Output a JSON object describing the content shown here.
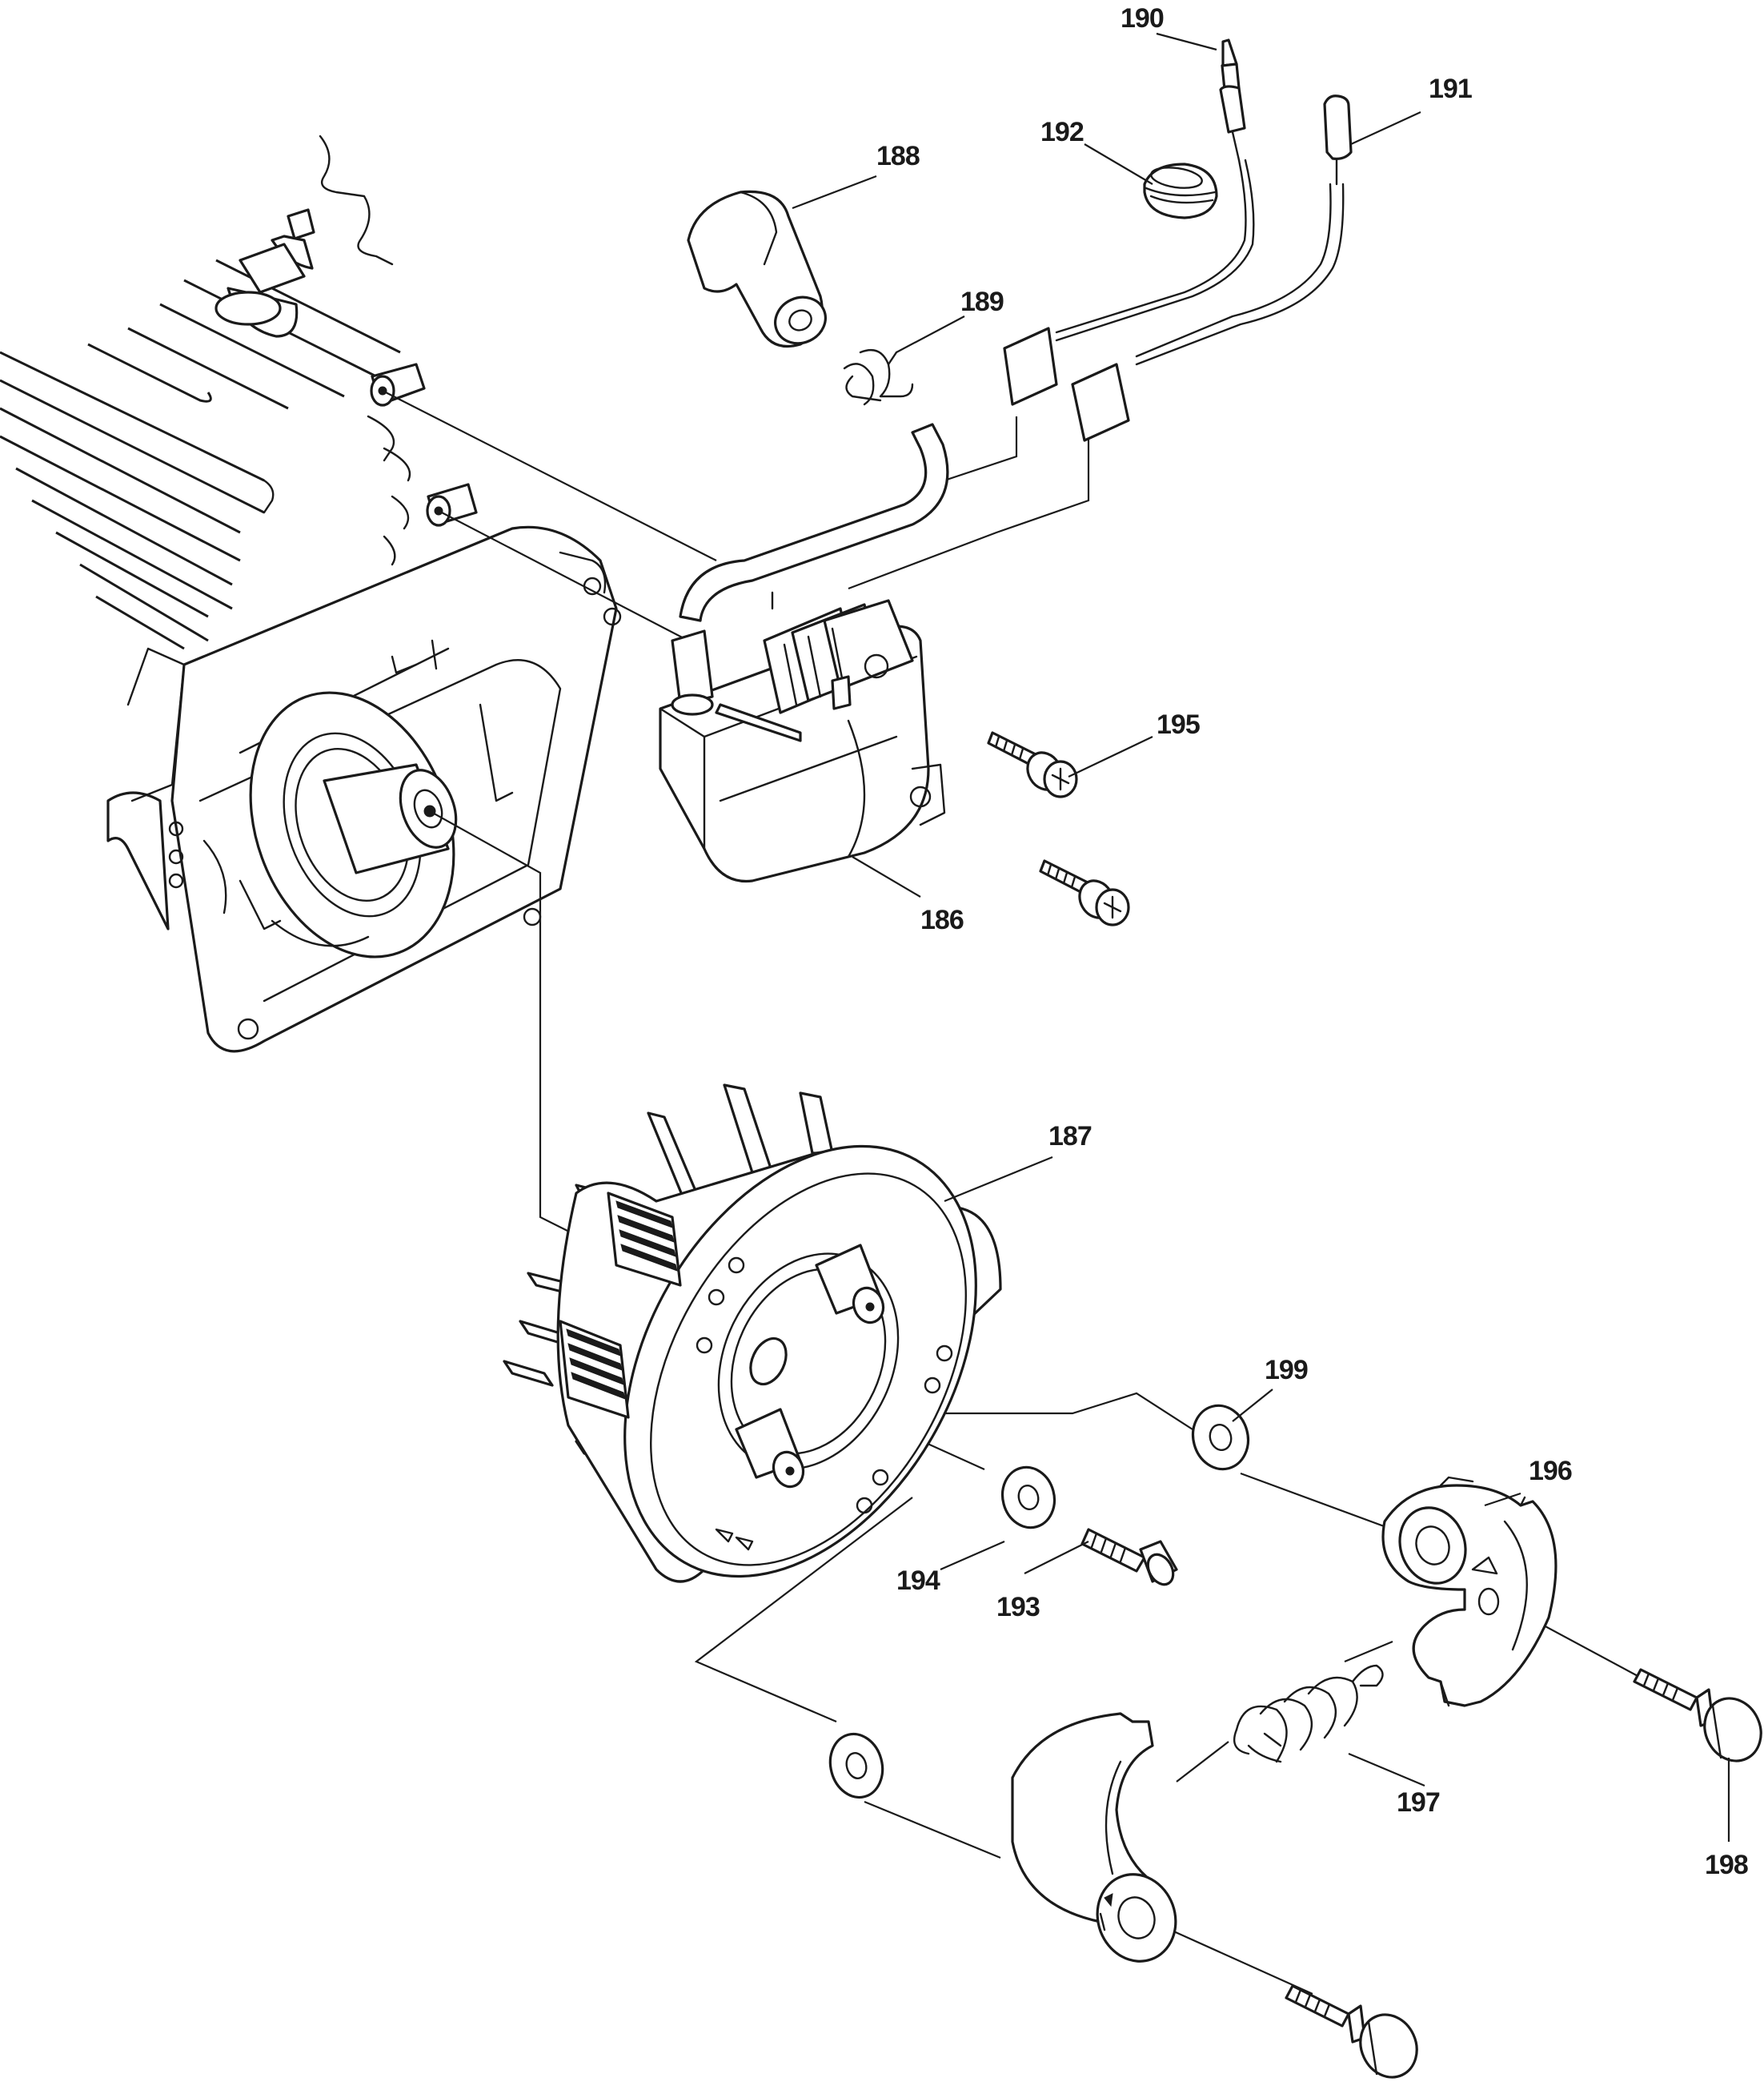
{
  "labels": {
    "p186": "186",
    "p187": "187",
    "p188": "188",
    "p189": "189",
    "p190": "190",
    "p191": "191",
    "p192": "192",
    "p193": "193",
    "p194": "194",
    "p195": "195",
    "p196": "196",
    "p197": "197",
    "p198": "198",
    "p199": "199"
  }
}
